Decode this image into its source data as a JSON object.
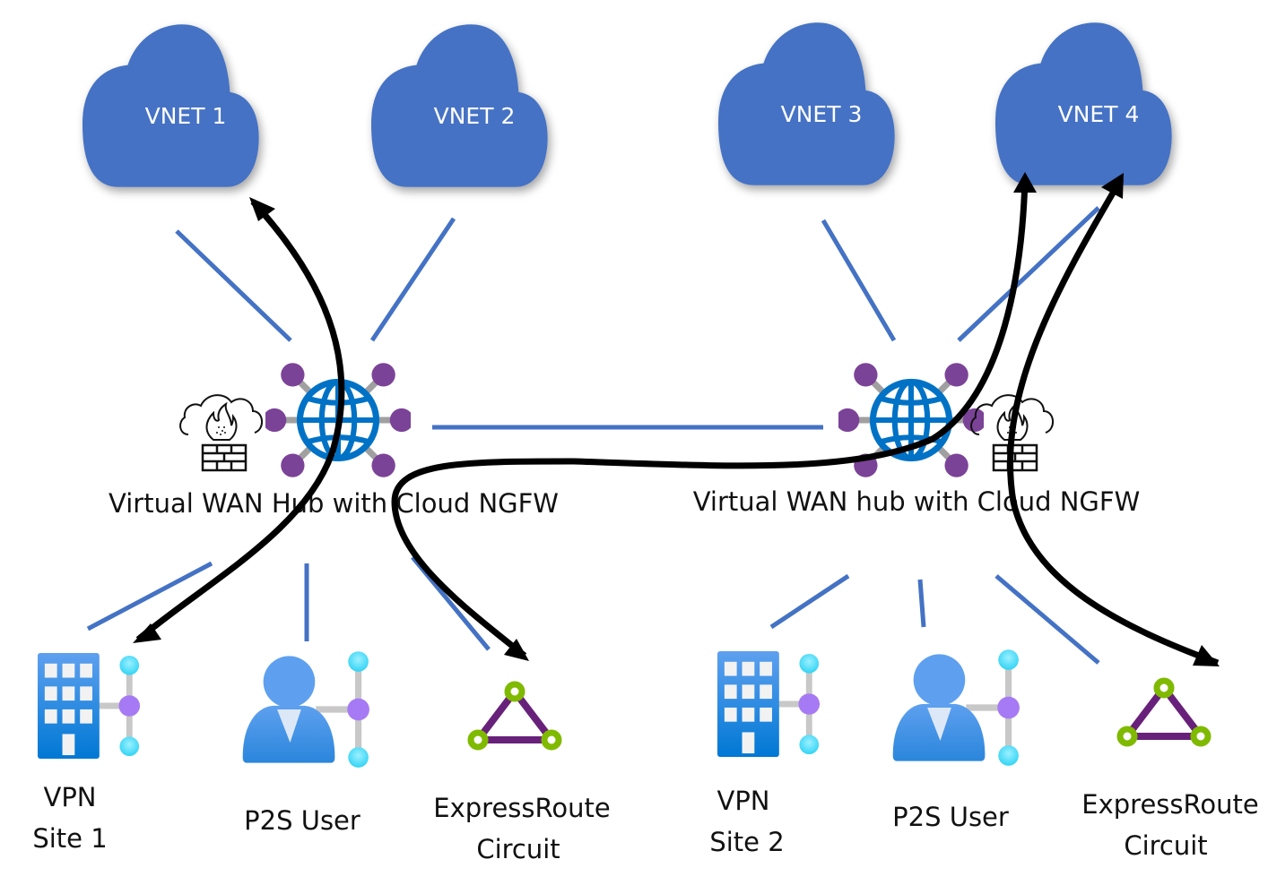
{
  "diagram": {
    "vnets": [
      {
        "id": "vnet1",
        "label": "VNET 1"
      },
      {
        "id": "vnet2",
        "label": "VNET 2"
      },
      {
        "id": "vnet3",
        "label": "VNET 3"
      },
      {
        "id": "vnet4",
        "label": "VNET 4"
      }
    ],
    "hubs": [
      {
        "id": "hub1",
        "label": "Virtual WAN Hub with Cloud NGFW"
      },
      {
        "id": "hub2",
        "label": "Virtual WAN hub with Cloud NGFW"
      }
    ],
    "endpoints": [
      {
        "id": "vpn1",
        "line1": "VPN",
        "line2": "Site 1"
      },
      {
        "id": "p2s1",
        "line1": "P2S User",
        "line2": ""
      },
      {
        "id": "er1",
        "line1": "ExpressRoute",
        "line2": "Circuit"
      },
      {
        "id": "vpn2",
        "line1": "VPN",
        "line2": "Site 2"
      },
      {
        "id": "p2s2",
        "line1": "P2S User",
        "line2": ""
      },
      {
        "id": "er2",
        "line1": "ExpressRoute",
        "line2": "Circuit"
      }
    ],
    "traffic_flows": [
      {
        "from": "VPN Site 1",
        "to": "VNET 1"
      },
      {
        "from": "ExpressRoute Circuit (Hub 1)",
        "to": "VNET 4"
      },
      {
        "from": "ExpressRoute Circuit (Hub 2)",
        "to": "VNET 4"
      }
    ],
    "colors": {
      "cloud": "#4472C4",
      "link": "#4472C4",
      "globe": "#0072C6",
      "hub_node": "#7B4397",
      "flow_arrow": "#000000",
      "er_edge": "#68217A",
      "er_node": "#7FBA00"
    }
  }
}
